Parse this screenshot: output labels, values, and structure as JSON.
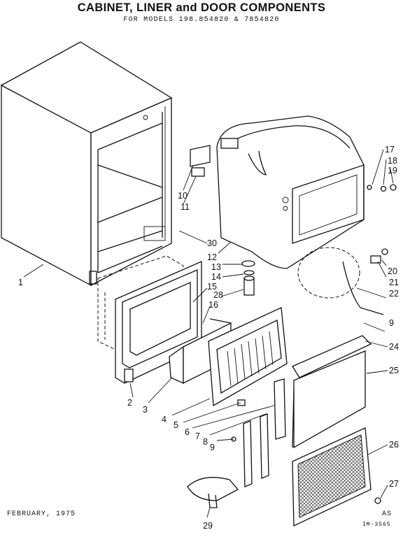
{
  "header": {
    "title": "CABINET, LINER and DOOR COMPONENTS",
    "subtitle": "FOR MODELS 198.854820 & 7854820"
  },
  "footer": {
    "date": "FEBRUARY, 1975",
    "revision": "AS",
    "code": "IM-3565"
  },
  "callouts": [
    "1",
    "2",
    "3",
    "4",
    "5",
    "6",
    "7",
    "8",
    "9",
    "9",
    "10",
    "11",
    "12",
    "13",
    "14",
    "15",
    "16",
    "17",
    "18",
    "19",
    "20",
    "21",
    "22",
    "24",
    "25",
    "26",
    "27",
    "28",
    "29",
    "30"
  ]
}
